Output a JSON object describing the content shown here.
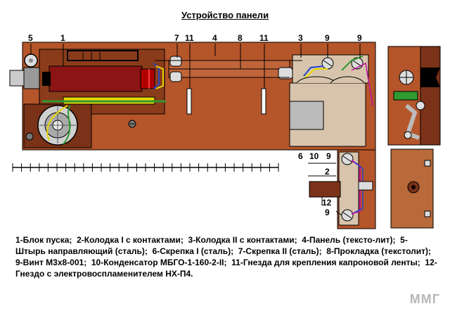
{
  "title": "Устройство  панели",
  "callouts": [
    {
      "id": "c5",
      "text": "5"
    },
    {
      "id": "c1",
      "text": "1"
    },
    {
      "id": "c7",
      "text": "7"
    },
    {
      "id": "c11a",
      "text": "11"
    },
    {
      "id": "c4",
      "text": "4"
    },
    {
      "id": "c8",
      "text": "8"
    },
    {
      "id": "c11b",
      "text": "11"
    },
    {
      "id": "c3",
      "text": "3"
    },
    {
      "id": "c9a",
      "text": "9"
    },
    {
      "id": "c9b",
      "text": "9"
    },
    {
      "id": "c6",
      "text": "6"
    },
    {
      "id": "c10",
      "text": "10"
    },
    {
      "id": "c9c",
      "text": "9"
    },
    {
      "id": "c2",
      "text": "2"
    },
    {
      "id": "c12",
      "text": "12"
    },
    {
      "id": "c9d",
      "text": "9"
    }
  ],
  "legend": [
    "1-Блок пуска;",
    "2-Колодка I с контактами;",
    "3-Колодка II с контактами;",
    "4-Панель (тексто-лит);",
    "5-Штырь направляющий (сталь);",
    "6-Скрепка I (сталь);",
    "7-Скрепка II (сталь);",
    "8-Прокладка (текстолит);",
    "9-Винт  М3х8-001;",
    "10-Конденсатор  МБГО-1-160-2-II;",
    "11-Гнезда для крепления капроновой ленты;",
    "12-Гнездо с электровоспламенителем  НХ-П4."
  ],
  "watermark": "ММГ",
  "colors": {
    "panel": "#b5552a",
    "panel_dark": "#7a3218",
    "capacitor": "#d8c4ad",
    "coil": "#8b1414",
    "clip": "#bbbbbb",
    "wire_green": "#2f9a2f",
    "wire_yellow": "#e8d800",
    "wire_blue": "#2446c8",
    "wire_pink": "#c010a0",
    "side_block": "#b86a3a"
  }
}
